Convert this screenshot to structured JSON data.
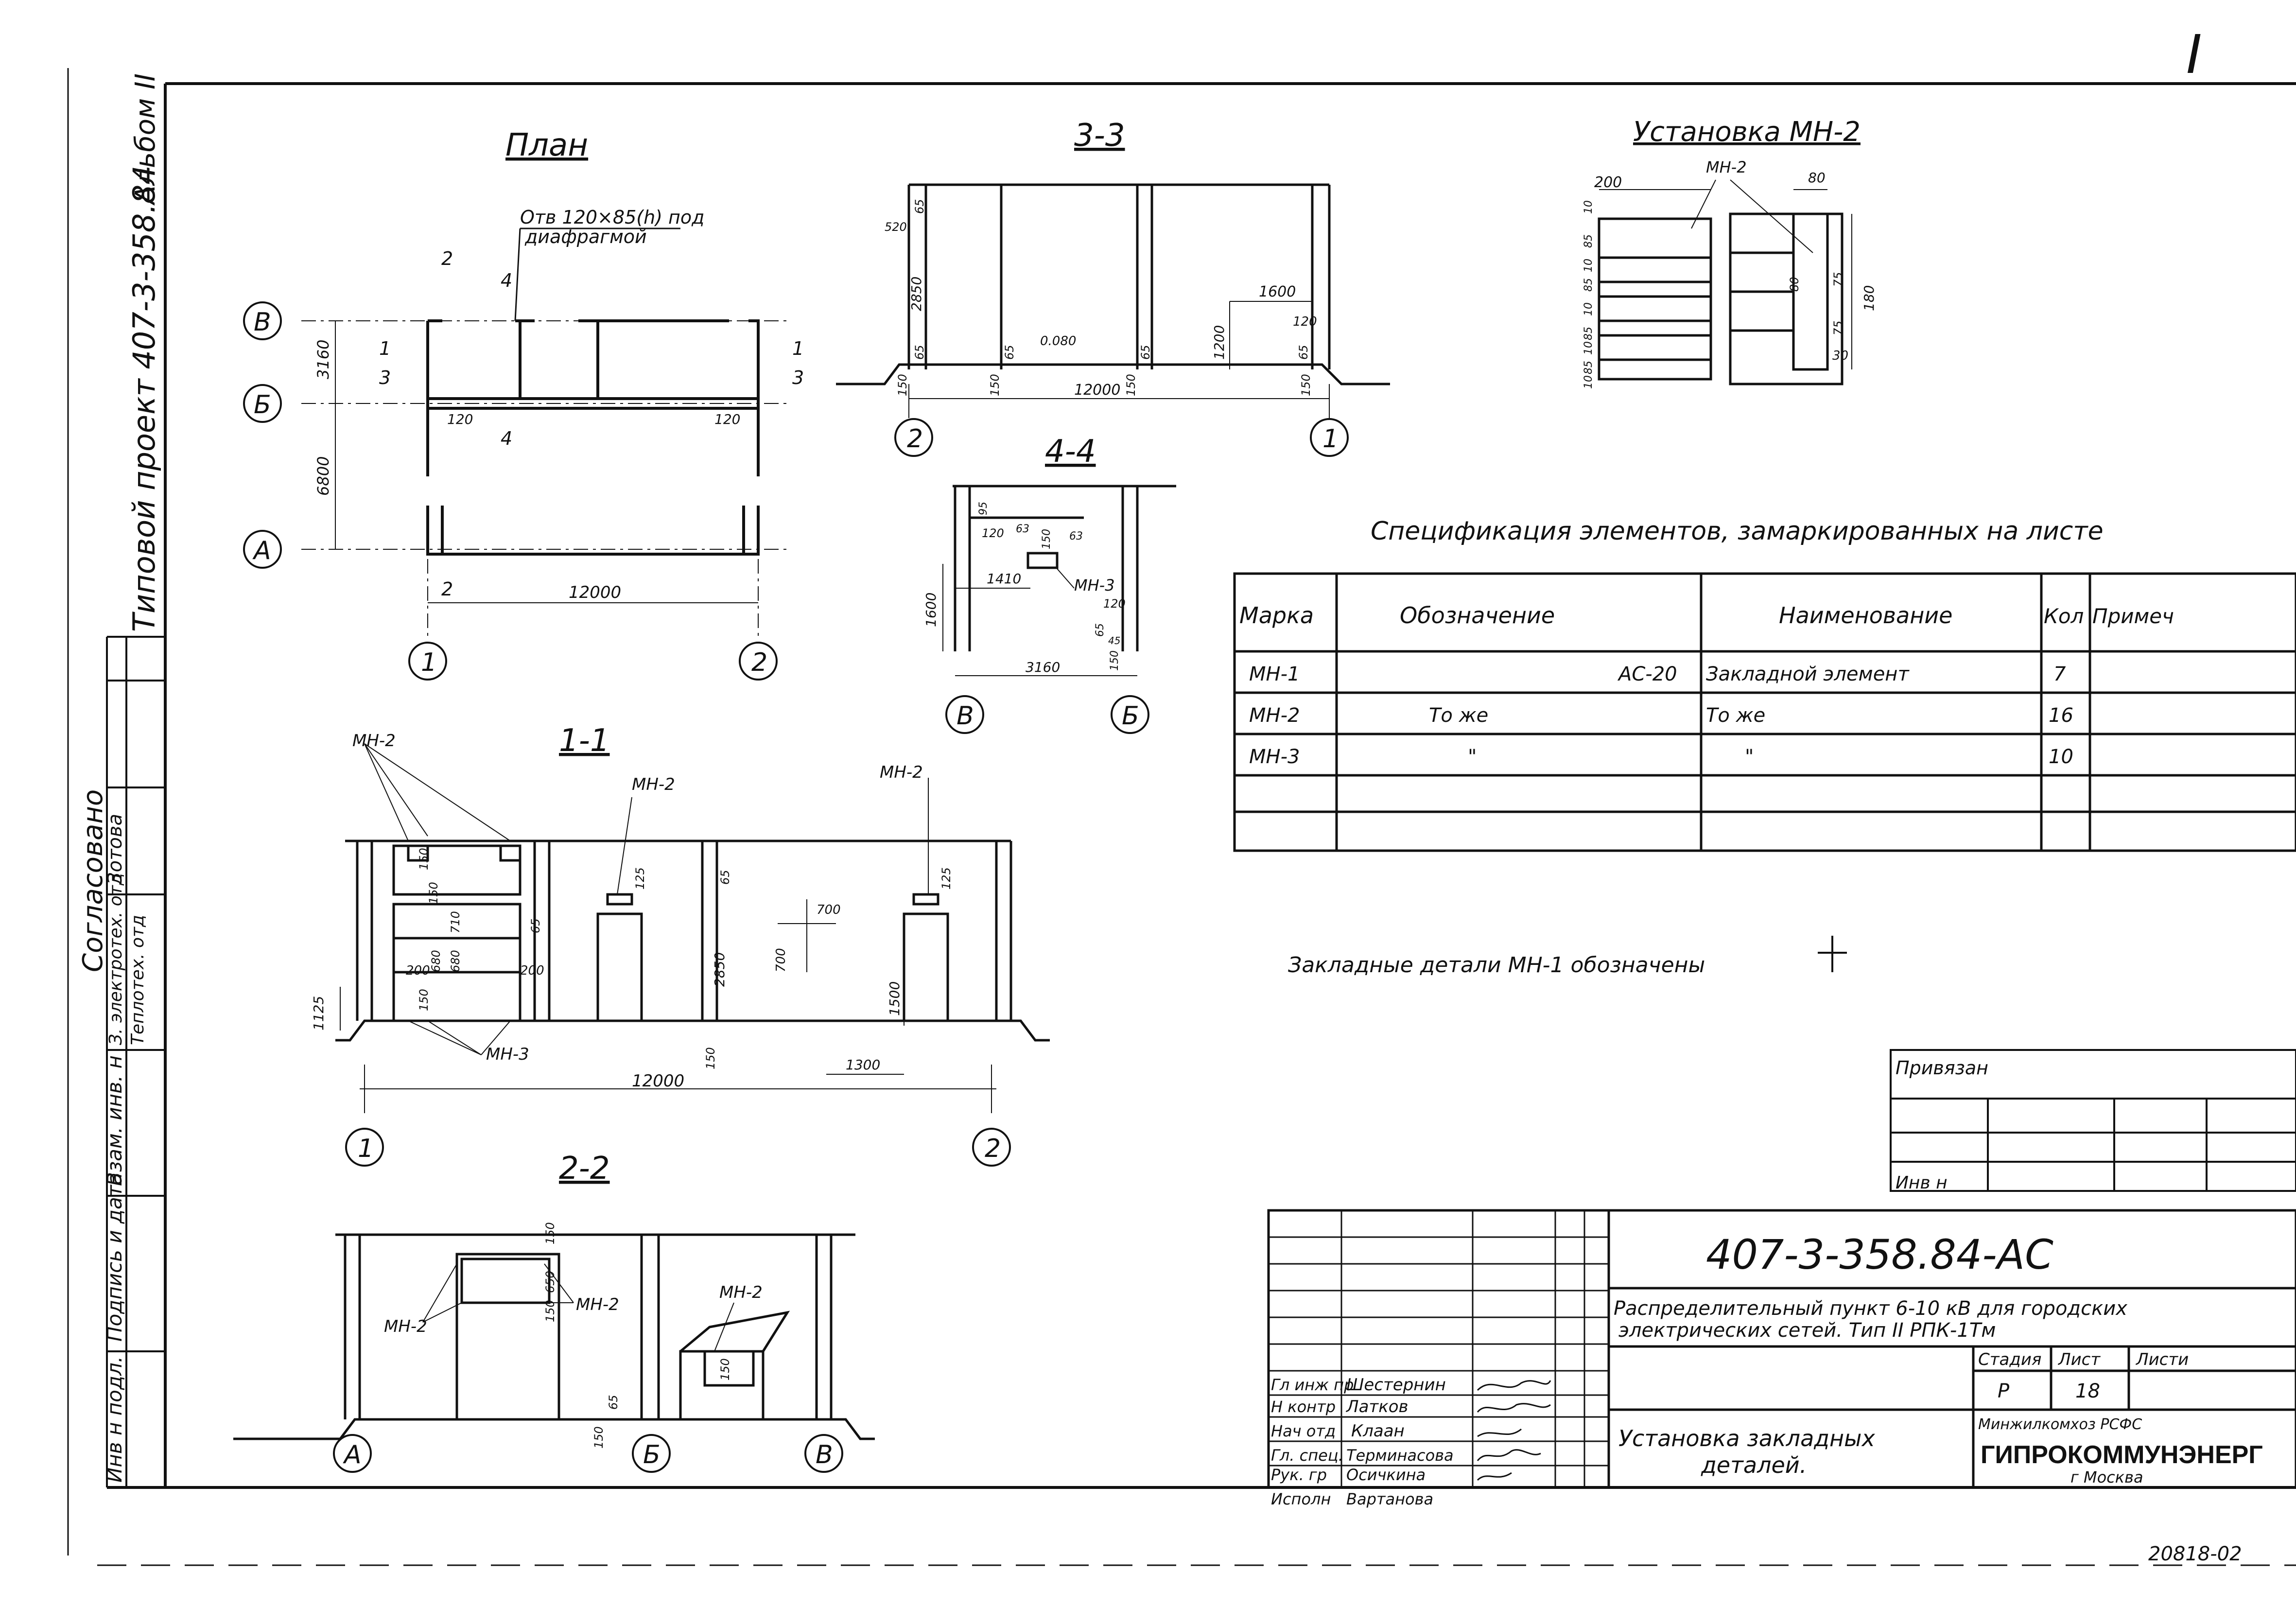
{
  "sheet": {
    "page_mark": "I",
    "side_title": "Типовой проект 407-3-358.84",
    "album": "Альбом II",
    "stamp_bottom": "20818-02"
  },
  "views": {
    "plan": {
      "title": "План",
      "note_line1": "Отв 120×85(h) под",
      "note_line2": "диафрагмой",
      "axes_rows": [
        "В",
        "Б",
        "А"
      ],
      "axes_cols": [
        "1",
        "2"
      ],
      "dims": {
        "d3160": "3160",
        "d6800": "6800",
        "d12000": "12000",
        "d120a": "120",
        "d120b": "120"
      },
      "section_marks": [
        "2",
        "4",
        "1",
        "3",
        "1",
        "3",
        "4",
        "2"
      ]
    },
    "s33": {
      "title": "3-3",
      "axes": [
        "2",
        "1"
      ],
      "dims": {
        "d12000": "12000",
        "d2850": "2850",
        "d1600": "1600",
        "d1200": "1200",
        "d120": "120",
        "d0080": "0.080",
        "d65a": "65",
        "d65b": "65",
        "d65c": "65",
        "d65d": "65",
        "d65e": "65",
        "d150a": "150",
        "d150b": "150",
        "d150c": "150",
        "d150d": "150",
        "d520": "520"
      }
    },
    "s44": {
      "title": "4-4",
      "axes": [
        "В",
        "Б"
      ],
      "label_mh3": "МН-3",
      "dims": {
        "d1600": "1600",
        "d1410": "1410",
        "d3160": "3160",
        "d120a": "120",
        "d120b": "120",
        "d150a": "150",
        "d150b": "150",
        "d63a": "63",
        "d63b": "63",
        "d65": "65",
        "d45": "45",
        "d95": "95"
      }
    },
    "mn2": {
      "title": "Установка МН-2",
      "label": "МН-2",
      "dims": {
        "d200": "200",
        "d80": "80",
        "d180": "180",
        "d30": "30",
        "d75a": "75",
        "d75b": "75",
        "d80b": "80",
        "d10a": "10",
        "d85a": "85",
        "d10b": "10",
        "d85b": "85",
        "d10c": "10",
        "d85c": "85",
        "d10d": "10",
        "d85d": "85",
        "d10e": "10"
      }
    },
    "s11": {
      "title": "1-1",
      "axes": [
        "1",
        "2"
      ],
      "labels": [
        "МН-2",
        "МН-2",
        "МН-2",
        "МН-3"
      ],
      "dims": {
        "d12000": "12000",
        "d1125": "1125",
        "d2850": "2850",
        "d1500": "1500",
        "d1300": "1300",
        "d700a": "700",
        "d700b": "700",
        "d200a": "200",
        "d200b": "200",
        "d150a": "150",
        "d150b": "150",
        "d150c": "150",
        "d150d": "150",
        "d680a": "680",
        "d680b": "680",
        "d710": "710",
        "d65a": "65",
        "d65b": "65",
        "d125a": "125",
        "d125b": "125"
      }
    },
    "s22": {
      "title": "2-2",
      "axes": [
        "А",
        "Б",
        "В"
      ],
      "labels": [
        "МН-2",
        "МН-2",
        "МН-2"
      ],
      "dims": {
        "d150a": "150",
        "d650": "650",
        "d150b": "150",
        "d150c": "150",
        "d65": "65",
        "d150d": "150"
      }
    }
  },
  "spec": {
    "title": "Спецификация элементов, замаркированных на листе",
    "headers": [
      "Марка",
      "Обозначение",
      "Наименование",
      "Кол",
      "Примеч"
    ],
    "rows": [
      {
        "mark": "МН-1",
        "designation": "АС-20",
        "name": "Закладной элемент",
        "qty": "7",
        "note": ""
      },
      {
        "mark": "МН-2",
        "designation": "То же",
        "name": "То же",
        "qty": "16",
        "note": ""
      },
      {
        "mark": "МН-3",
        "designation": "\"",
        "name": "\"",
        "qty": "10",
        "note": ""
      },
      {
        "mark": "",
        "designation": "",
        "name": "",
        "qty": "",
        "note": ""
      },
      {
        "mark": "",
        "designation": "",
        "name": "",
        "qty": "",
        "note": ""
      }
    ]
  },
  "legend_note": "Закладные детали МН-1 обозначены",
  "title_block": {
    "privyazan": "Привязан",
    "inv": "Инв н",
    "code": "407-3-358.84-АС",
    "project_line1": "Распределительный пункт 6-10 кВ для городских",
    "project_line2": "электрических сетей. Тип II РПК-1Тм",
    "stage_label": "Стадия",
    "sheet_label": "Лист",
    "sheets_label": "Листи",
    "stage": "Р",
    "sheet": "18",
    "sheet_title_line1": "Установка закладных",
    "sheet_title_line2": "деталей.",
    "org_line": "Минжилкомхоз РСФС",
    "org_name": "ГИПРОКОММУНЭНЕРГ",
    "org_city": "г Москва",
    "signatures": [
      {
        "role": "Гл инж пр",
        "name": "Шестернин"
      },
      {
        "role": "Н контр",
        "name": "Латков"
      },
      {
        "role": "Нач отд",
        "name": "Клаан"
      },
      {
        "role": "Гл. спец.",
        "name": "Терминасова"
      },
      {
        "role": "Рук. гр",
        "name": "Осичкина"
      },
      {
        "role": "Исполн",
        "name": "Вартанова"
      }
    ]
  },
  "left_margin": {
    "agreed": "Согласовано",
    "rows": [
      "З. электротех. отд",
      "Теплотех. отд"
    ],
    "rows2": [
      "Зотова"
    ],
    "cells": [
      "Взам. инв. н",
      "Подпись и дата",
      "Инв н подл."
    ]
  }
}
